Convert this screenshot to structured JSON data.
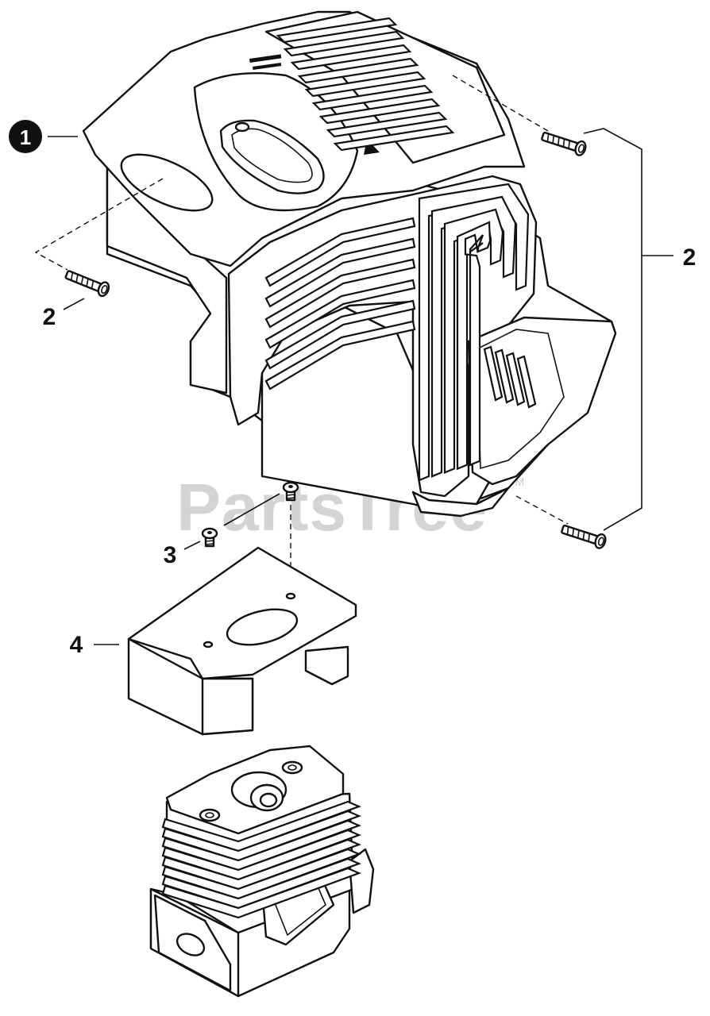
{
  "diagram": {
    "callouts": [
      {
        "id": "1",
        "label": "1"
      },
      {
        "id": "2a",
        "label": "2"
      },
      {
        "id": "2b",
        "label": "2"
      },
      {
        "id": "3",
        "label": "3"
      },
      {
        "id": "4",
        "label": "4"
      }
    ],
    "watermark": "PartsTree",
    "trademark": "TM",
    "colors": {
      "ink": "#111111",
      "paper": "#ffffff",
      "watermark": "#d4d4d4"
    }
  }
}
